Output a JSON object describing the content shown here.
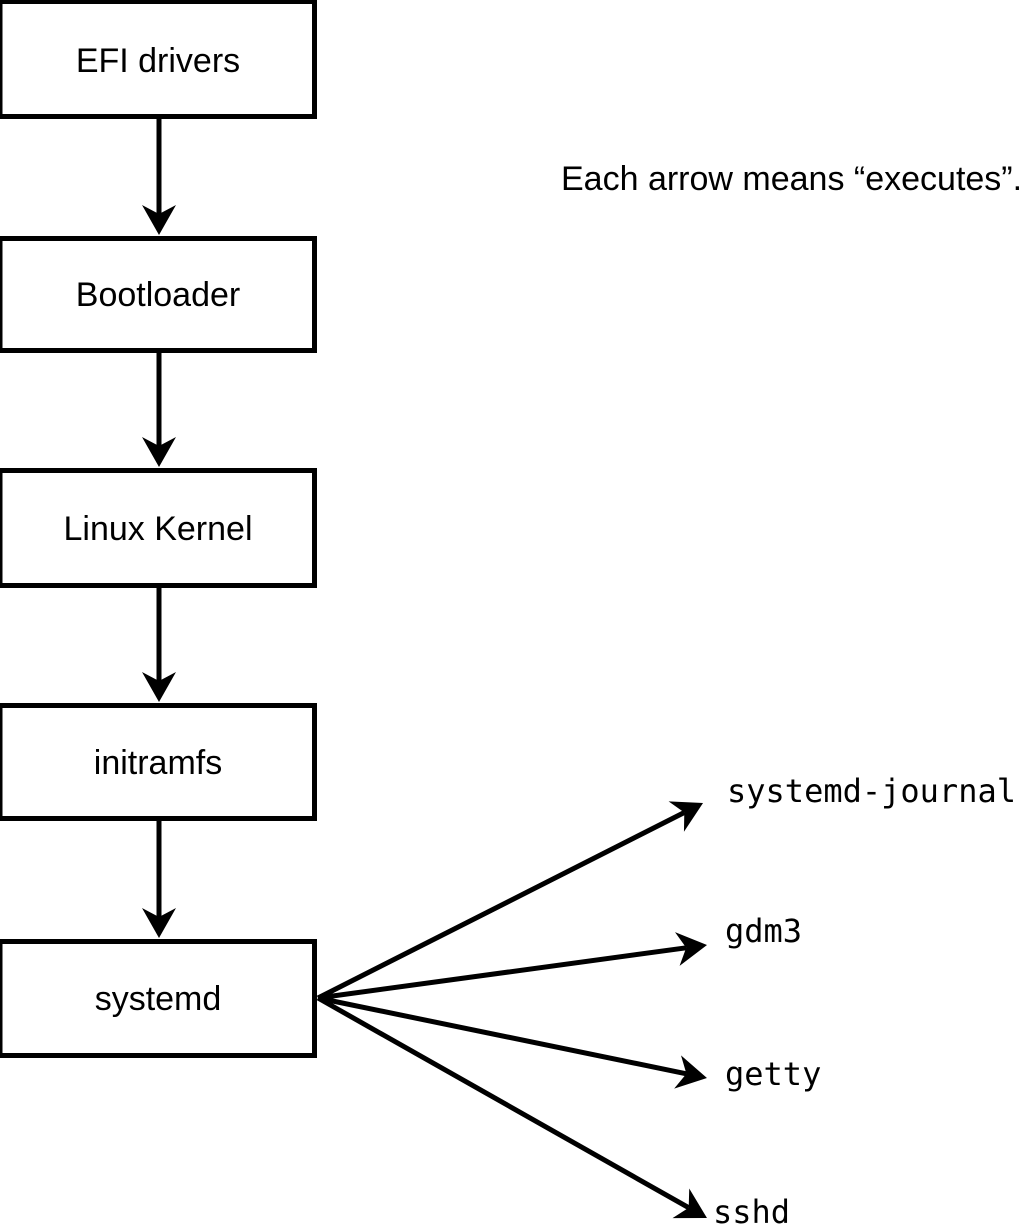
{
  "diagram": {
    "note": "Each arrow means “executes”.",
    "arrow_meaning": "executes",
    "chain": [
      "EFI drivers",
      "Bootloader",
      "Linux Kernel",
      "initramfs",
      "systemd"
    ],
    "spawned": [
      "systemd-journal",
      "gdm3",
      "getty",
      "sshd"
    ],
    "colors": {
      "ink": "#000000",
      "background": "#ffffff",
      "box_fill": "#ffffff"
    }
  }
}
